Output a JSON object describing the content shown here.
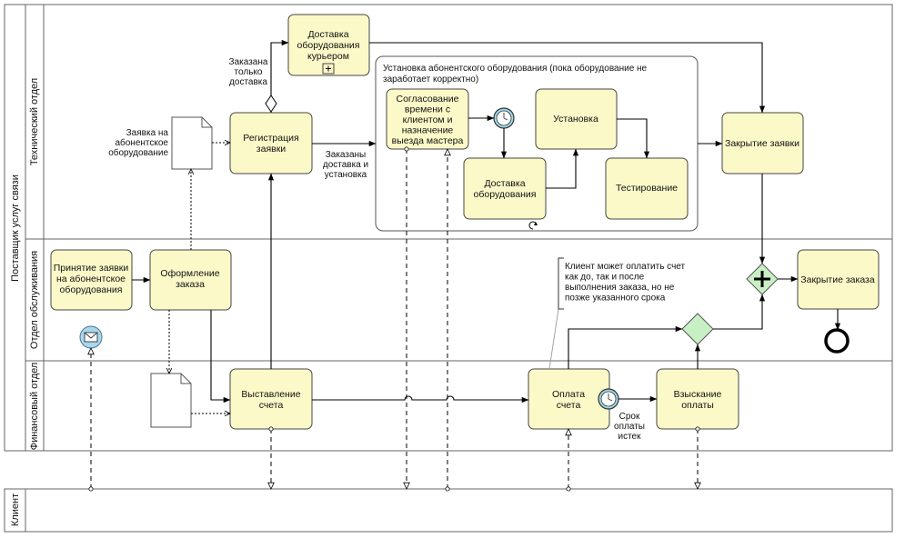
{
  "pools": {
    "provider": "Поставщик услуг связи",
    "client": "Клиент"
  },
  "lanes": {
    "tech": "Технический отдел",
    "service": "Отдел обслуживания",
    "finance": "Финансовый отдел"
  },
  "tasks": {
    "accept": [
      "Принятие заявки",
      "на абонентское",
      "оборудования"
    ],
    "registration": [
      "Оформление",
      "заказа"
    ],
    "reg_request": [
      "Регистрация",
      "заявки"
    ],
    "delivery_courier": [
      "Доставка",
      "оборудования",
      "курьером"
    ],
    "agree": [
      "Согласование",
      "времени с",
      "клиентом и",
      "назначение",
      "выезда мастера"
    ],
    "install": [
      "Установка"
    ],
    "delivery": [
      "Доставка",
      "оборудования"
    ],
    "testing": [
      "Тестирование"
    ],
    "close_request": [
      "Закрытие заявки"
    ],
    "close_order": [
      "Закрытие заказа"
    ],
    "invoice": [
      "Выставление",
      "счета"
    ],
    "payment": [
      "Оплата",
      "счета"
    ],
    "collection": [
      "Взыскание",
      "оплаты"
    ]
  },
  "subprocess": {
    "title": [
      "Установка абонентского оборудования (пока оборудование не",
      "заработает корректно)"
    ]
  },
  "labels": {
    "only_delivery": [
      "Заказана",
      "только",
      "доставка"
    ],
    "delivery_install": [
      "Заказаны",
      "доставка и",
      "установка"
    ],
    "doc_request": [
      "Заявка на",
      "абонентское",
      "оборудование"
    ],
    "deadline": [
      "Срок",
      "оплаты",
      "истек"
    ],
    "annotation": [
      "Клиент может оплатить счет",
      "как до, так и после",
      "выполнения заказа, но не",
      "позже указанного срока"
    ]
  },
  "colors": {
    "task_fill": "#fcf9c8",
    "gateway_fill": "#c8f0c4",
    "timer_fill": "#9fd8ea",
    "message_fill": "#a9d7ec"
  },
  "icons": {
    "message": "envelope-icon",
    "timer": "clock-icon",
    "loop": "loop-icon",
    "collapsed": "plus-icon"
  }
}
